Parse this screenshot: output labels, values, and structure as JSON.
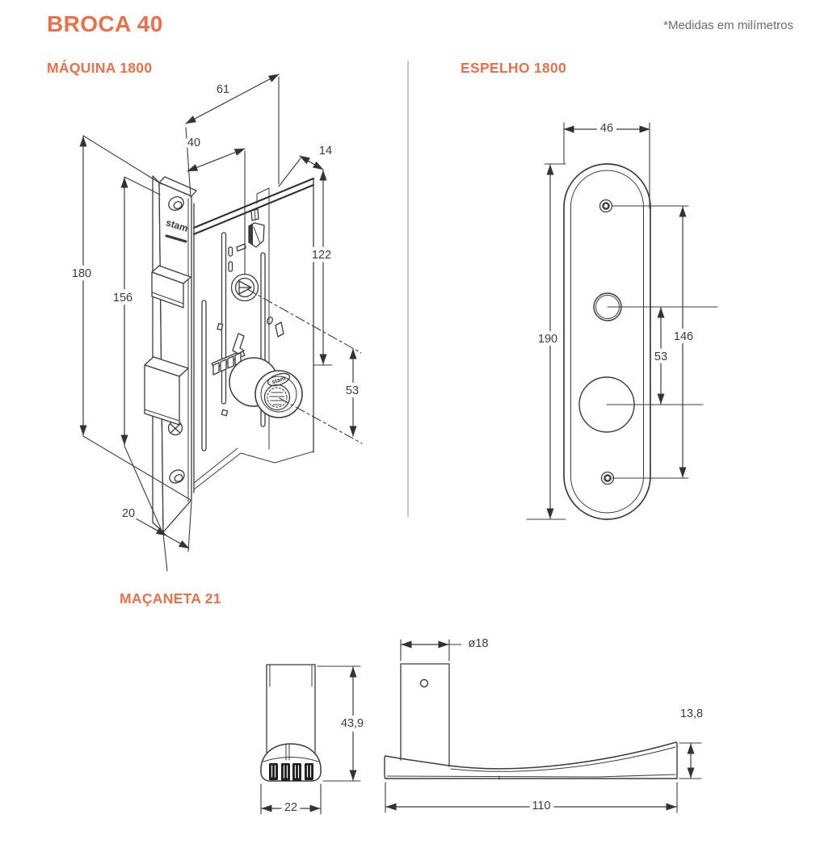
{
  "header": {
    "title": "BROCA 40",
    "note": "*Medidas em milímetros",
    "accent_color": "#e8714b"
  },
  "sections": {
    "maquina": {
      "title": "MÁQUINA 1800"
    },
    "espelho": {
      "title": "ESPELHO 1800"
    },
    "macaneta": {
      "title": "MAÇANETA 21"
    }
  },
  "brand": {
    "faceplate_logo": "stam",
    "cylinder_logo": "stam"
  },
  "dims": {
    "maquina": {
      "total_depth": "61",
      "backset": "40",
      "top_width": "14",
      "case_height": "122",
      "faceplate_height": "180",
      "body_height": "156",
      "cylinder_to_hub": "53",
      "faceplate_width": "20"
    },
    "espelho": {
      "width": "46",
      "height": "190",
      "screw_spacing": "146",
      "hole_spacing": "53"
    },
    "macaneta": {
      "stem_diameter": "ø18",
      "base_height": "43,9",
      "lever_tip_height": "13,8",
      "base_width": "22",
      "lever_length": "110"
    }
  }
}
